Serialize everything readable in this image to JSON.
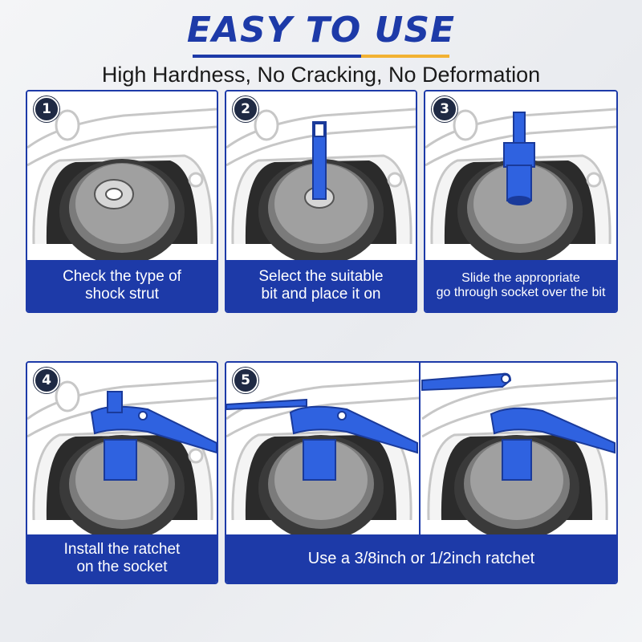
{
  "header": {
    "title": "EASY TO USE",
    "subtitle": "High Hardness, No Cracking, No Deformation"
  },
  "colors": {
    "brand_blue": "#1d3aa8",
    "accent_gold": "#f2b233",
    "tool_blue": "#2f62e0",
    "badge_dark": "#1f2a44"
  },
  "steps": [
    {
      "number": "1",
      "caption": "Check the type of\nshock strut"
    },
    {
      "number": "2",
      "caption": "Select the suitable\nbit and place it on"
    },
    {
      "number": "3",
      "caption": "Slide the appropriate\ngo through socket over the bit"
    },
    {
      "number": "4",
      "caption": "Install the ratchet\non the socket"
    },
    {
      "number": "5",
      "caption": "Use a 3/8inch or 1/2inch ratchet"
    }
  ]
}
